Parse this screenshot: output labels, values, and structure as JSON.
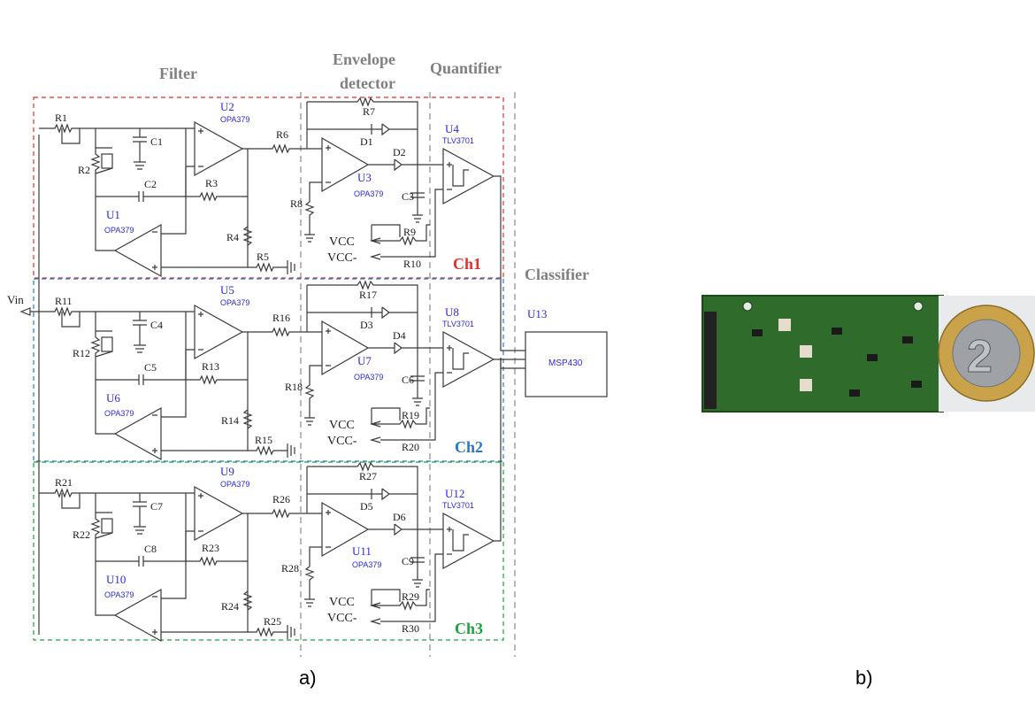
{
  "sections": {
    "filter": "Filter",
    "envelope_line1": "Envelope",
    "envelope_line2": "detector",
    "quantifier": "Quantifier",
    "classifier": "Classifier"
  },
  "vin": "Vin",
  "vcc": "VCC",
  "vcc_neg": "VCC-",
  "colors": {
    "ch1": "#e03030",
    "ch2": "#2a78c0",
    "ch3": "#20a040",
    "divider": "#888888",
    "component": "#2a2ad0"
  },
  "channels": [
    {
      "label": "Ch1",
      "r_in": "R1",
      "r_pot": "R2",
      "c_gnd": "C1",
      "c_fb": "C2",
      "r_fb": "R3",
      "r_div": "R4",
      "r_gnd": "R5",
      "u_top": "U2",
      "u_bot": "U1",
      "opa": "OPA379",
      "r_env_in": "R6",
      "r_env_fb": "R7",
      "r_env_gnd": "R8",
      "d_fb": "D1",
      "d_out": "D2",
      "u_env": "U3",
      "c_hold": "C3",
      "u_cmp": "U4",
      "tlv": "TLV3701",
      "r_vcc": "R9",
      "r_vccn": "R10"
    },
    {
      "label": "Ch2",
      "r_in": "R11",
      "r_pot": "R12",
      "c_gnd": "C4",
      "c_fb": "C5",
      "r_fb": "R13",
      "r_div": "R14",
      "r_gnd": "R15",
      "u_top": "U5",
      "u_bot": "U6",
      "opa": "OPA379",
      "r_env_in": "R16",
      "r_env_fb": "R17",
      "r_env_gnd": "R18",
      "d_fb": "D3",
      "d_out": "D4",
      "u_env": "U7",
      "c_hold": "C6",
      "u_cmp": "U8",
      "tlv": "TLV3701",
      "r_vcc": "R19",
      "r_vccn": "R20"
    },
    {
      "label": "Ch3",
      "r_in": "R21",
      "r_pot": "R22",
      "c_gnd": "C7",
      "c_fb": "C8",
      "r_fb": "R23",
      "r_div": "R24",
      "r_gnd": "R25",
      "u_top": "U9",
      "u_bot": "U10",
      "opa": "OPA379",
      "r_env_in": "R26",
      "r_env_fb": "R27",
      "r_env_gnd": "R28",
      "d_fb": "D5",
      "d_out": "D6",
      "u_env": "U11",
      "c_hold": "C9",
      "u_cmp": "U12",
      "tlv": "TLV3701",
      "r_vcc": "R29",
      "r_vccn": "R30"
    }
  ],
  "classifier": {
    "ref": "U13",
    "part": "MSP430"
  },
  "captions": {
    "a": "a)",
    "b": "b)"
  },
  "board_photo": {
    "pcb_color": "#2f6b2a",
    "coin_outer": "#c9a24a",
    "coin_inner": "#9ea1a6"
  }
}
